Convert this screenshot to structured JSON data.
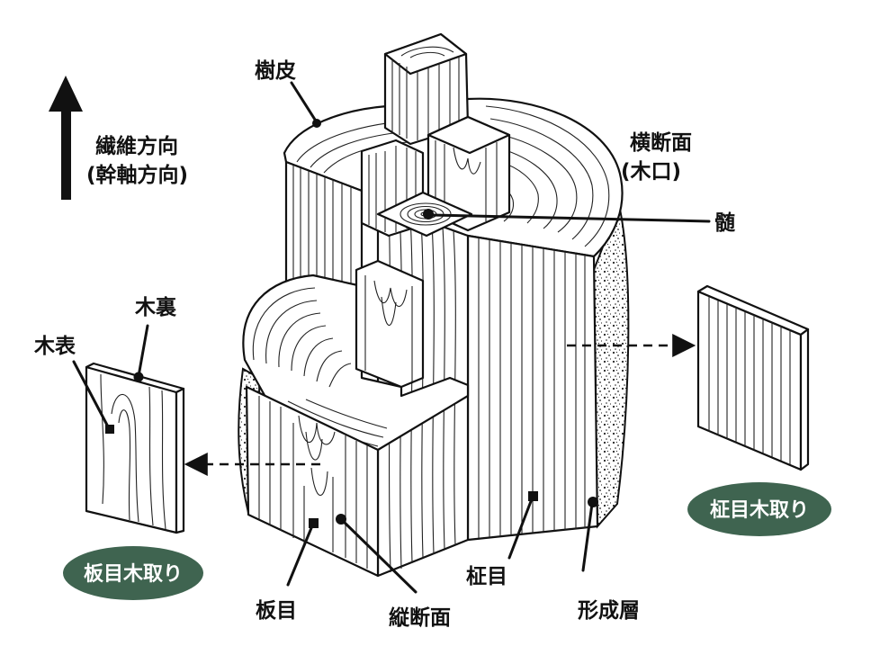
{
  "labels": {
    "bark": "樹皮",
    "fiber_line1": "繊維方向",
    "fiber_line2": "(幹軸方向)",
    "cross_line1": "横断面",
    "cross_line2": "(木口)",
    "pith": "髄",
    "ura": "木裏",
    "omote": "木表",
    "itame": "板目",
    "longitudinal": "縦断面",
    "masame": "柾目",
    "cambium": "形成層"
  },
  "badges": {
    "itame_cut": "板目木取り",
    "masame_cut": "柾目木取り"
  },
  "colors": {
    "badge_fill": "#3f6450",
    "ink": "#111111"
  }
}
